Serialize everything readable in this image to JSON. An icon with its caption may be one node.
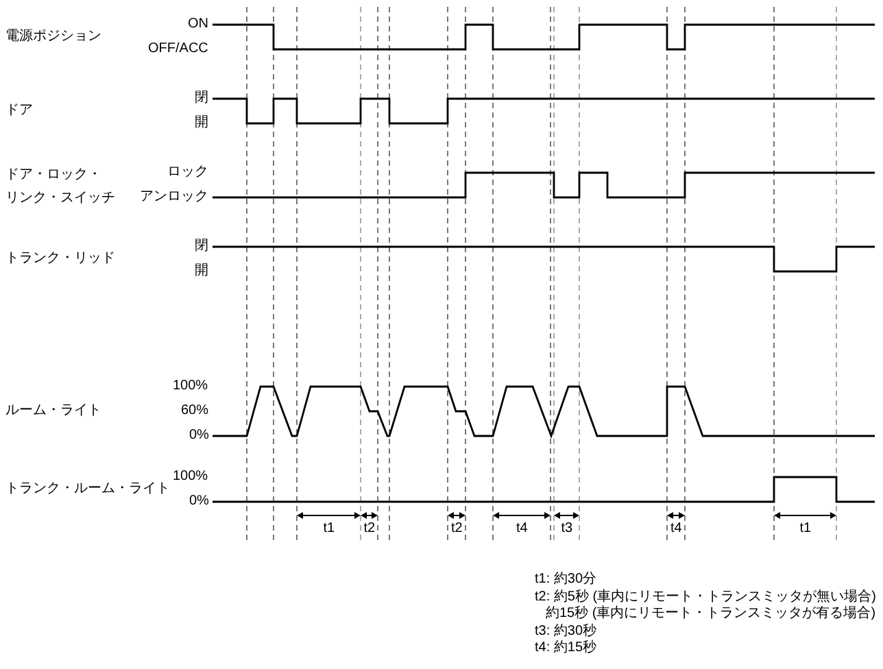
{
  "diagram": {
    "labels": [
      "電源ポジション",
      "ON",
      "OFF/ACC",
      "ドア",
      "閉",
      "開",
      "ドア・ロック・リンク・スイッチ",
      "ロック",
      "アンロック",
      "トランク・リッド",
      "閉",
      "開",
      "ルーム・ライト",
      "100%",
      "60%",
      "0%",
      "トランク・ルーム・ライト",
      "100%",
      "0%",
      "t1",
      "t2",
      "t2",
      "t4",
      "t3",
      "t4",
      "t1",
      "t1: 約30分",
      "t2: 約5秒 (車内にリモート・トランスミッタが無い場合)",
      "約15秒 (車内にリモート・トランスミッタが有る場合)",
      "t3: 約30秒",
      "t4: 約15秒"
    ]
  }
}
